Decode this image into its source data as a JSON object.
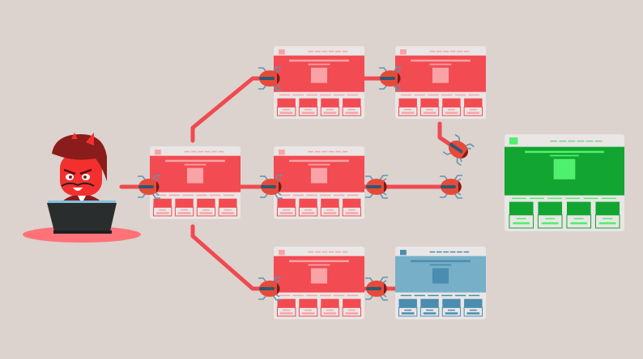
{
  "scene": {
    "background": "#dcd2ce",
    "link_color": "#ef4a50",
    "frame_color": "#e9e6e5",
    "themes": {
      "infected": {
        "main": "#f24b52",
        "light": "#f9a3a6"
      },
      "scanning": {
        "main": "#77afc8",
        "dark": "#4a8db0"
      },
      "clean": {
        "main": "#12a531",
        "light": "#4ff06c"
      }
    },
    "bug_colors": {
      "body": "#e84a3a",
      "band": "#2b5a73",
      "legs": "#5e97b0",
      "head": "#7a1a1a"
    },
    "hacker": {
      "skin": "#f3302e",
      "hair": "#8a1c1c",
      "laptop": "#2a2d2e",
      "shadow": "#ff7378"
    },
    "pages": [
      {
        "id": "entry",
        "theme": "infected"
      },
      {
        "id": "top-1",
        "theme": "infected"
      },
      {
        "id": "top-2",
        "theme": "infected"
      },
      {
        "id": "middle-1",
        "theme": "infected"
      },
      {
        "id": "bottom-1",
        "theme": "infected"
      },
      {
        "id": "bottom-2",
        "theme": "scanning"
      },
      {
        "id": "target",
        "theme": "clean"
      }
    ]
  }
}
